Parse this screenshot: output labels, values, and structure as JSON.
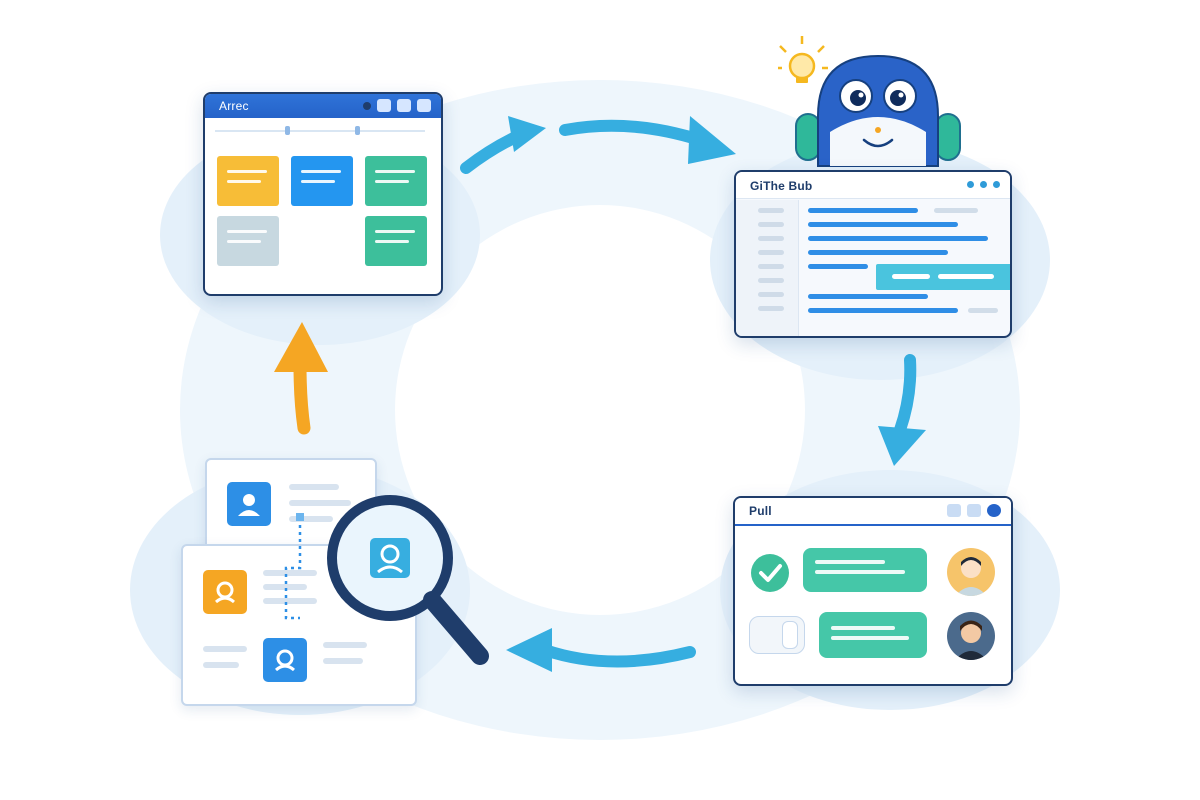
{
  "colors": {
    "window_border": "#1f3d6b",
    "title_bar": "#2563c9",
    "arrow_blue": "#36aee0",
    "arrow_orange": "#f5a623",
    "card_yellow": "#f7bd37",
    "card_blue": "#2496f0",
    "card_green": "#3dbf9b",
    "card_grey": "#c7d8e0",
    "bubble_green": "#45c7a8",
    "halo": "#e6f1fa"
  },
  "board": {
    "title": "Arrec",
    "icon": "kanban-board-icon"
  },
  "code_editor": {
    "title": "GiThe Bub",
    "icon": "code-editor-icon",
    "mascot": "robot-assistant-icon",
    "idea": "lightbulb-icon"
  },
  "pull_request": {
    "title": "Pull",
    "check": "check-circle-icon",
    "icon": "chat-review-icon"
  },
  "search": {
    "icon": "magnifier-icon",
    "docs": "user-profile-documents-icon"
  },
  "arrows": [
    "arrow-right-icon",
    "arrow-down-icon",
    "arrow-left-icon",
    "arrow-up-icon"
  ]
}
